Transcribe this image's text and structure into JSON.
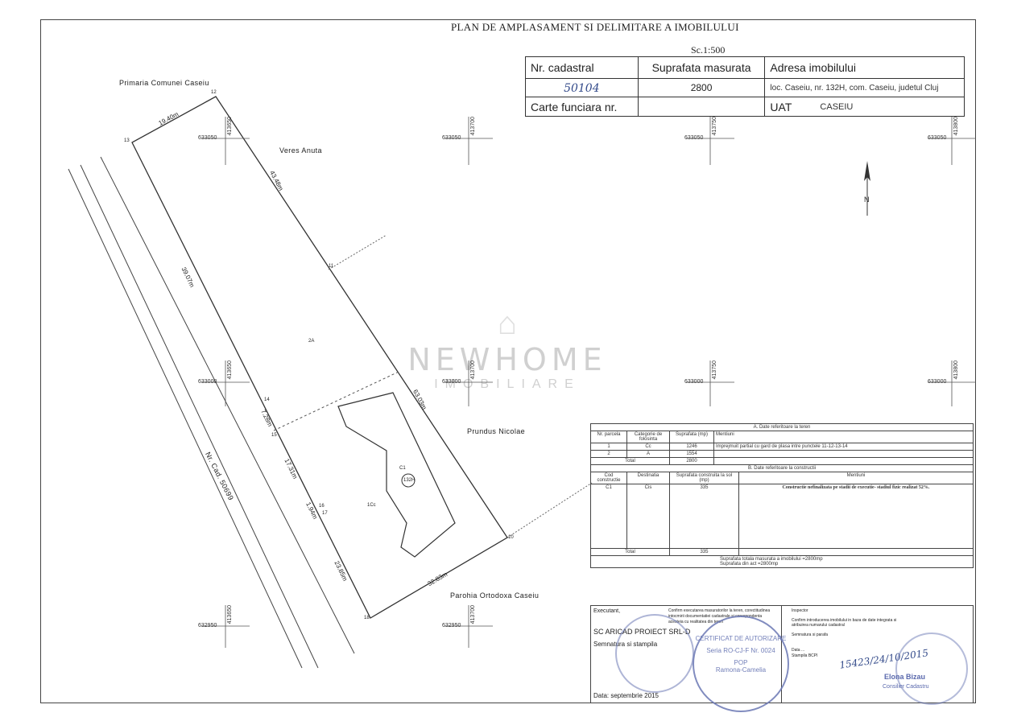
{
  "header": {
    "title": "PLAN DE AMPLASAMENT SI DELIMITARE A IMOBILULUI",
    "scale": "Sc.1:500"
  },
  "info_table": {
    "nr_cadastral_label": "Nr. cadastral",
    "nr_cadastral_value": "50104",
    "suprafata_label": "Suprafata masurata",
    "suprafata_value": "2800",
    "adresa_label": "Adresa imobilului",
    "adresa_value": "loc. Caseiu, nr. 132H, com. Caseiu, judetul Cluj",
    "carte_label": "Carte funciara nr.",
    "uat_label": "UAT",
    "uat_value": "CASEIU"
  },
  "plan": {
    "neighbors": {
      "primaria": "Primaria Comunei Caseiu",
      "veres": "Veres Anuta",
      "prundus": "Prundus Nicolae",
      "parohia": "Parohia Ortodoxa Caseiu",
      "road": "Nr. Cad. 50699"
    },
    "dimensions": [
      "19.40m",
      "43.48m",
      "39.07m",
      "63.03m",
      "7.28m",
      "17.31m",
      "1.94m",
      "23.85m",
      "32.83m"
    ],
    "points": [
      "12",
      "13",
      "11",
      "14",
      "15",
      "16",
      "17",
      "18",
      "10"
    ],
    "labels": {
      "parcel_1": "1Cc",
      "parcel_2": "2A",
      "building_code": "C1",
      "building_nr": "132H"
    },
    "coords": {
      "x_633050": "633050",
      "x_633000": "633000",
      "x_632950": "632950",
      "y_413650": "413650",
      "y_413700": "413700",
      "y_413750": "413750",
      "y_413800": "413800"
    },
    "north": "N"
  },
  "table_a": {
    "title": "A. Date referitoare la teren",
    "headers": [
      "Nr. parcela",
      "Categorie de folosinta",
      "Suprafata (mp)",
      "Mentiuni"
    ],
    "rows": [
      {
        "nr": "1",
        "cat": "Cc",
        "sup": "1246",
        "ment": "Imprejmuit partial cu gard de plasa intre punctele 11-12-13-14"
      },
      {
        "nr": "2",
        "cat": "A",
        "sup": "1554",
        "ment": ""
      }
    ],
    "total_label": "Total",
    "total_value": "2800"
  },
  "table_b": {
    "title": "B. Date referitoare la constructii",
    "headers": [
      "Cod constructie",
      "Destinatia",
      "Suprafata construita la sol (mp)",
      "Mentiuni"
    ],
    "rows": [
      {
        "cod": "C1",
        "dest": "Cis",
        "sup": "335",
        "ment": "Constructie nefinalizata pe stadii de executie- stadiul fizic realizat 52%."
      }
    ],
    "total_label": "Total",
    "total_value": "335"
  },
  "footer_totals": {
    "line1": "Suprafata totala masurata a imobilului =2800mp",
    "line2": "Suprafata din act =2800mp"
  },
  "executant": {
    "label": "Executant,",
    "confirm": "Confirm executarea masuratorilor la teren, corectitudinea intocmirii documentatiei cadastrale si corespondenta acesteia cu realitatea din teren",
    "company": "SC ARICAD PROIECT SRL-D",
    "signature": "Semnatura si stampila",
    "date": "Data: septembrie 2015"
  },
  "inspector": {
    "label": "Inspector",
    "text": "Confirm introducerea imobilului in baza de date integrata si atribuirea numarului cadastral",
    "sig": "Semnatura si parafa",
    "date": "Data ...",
    "stamp": "Stampila BCPI",
    "hand_date": "15423/24/10/2015",
    "name": "Elona Bizau",
    "role": "Consilier Cadastru"
  },
  "stamp_text": {
    "cert": "CERTIFICAT DE AUTORIZARE",
    "serie": "Seria RO-CJ-F Nr. 0024",
    "pop": "POP",
    "person": "Ramona-Camelia"
  },
  "watermark": {
    "line1": "NEWHOME",
    "line2": "IMOBILIARE"
  }
}
